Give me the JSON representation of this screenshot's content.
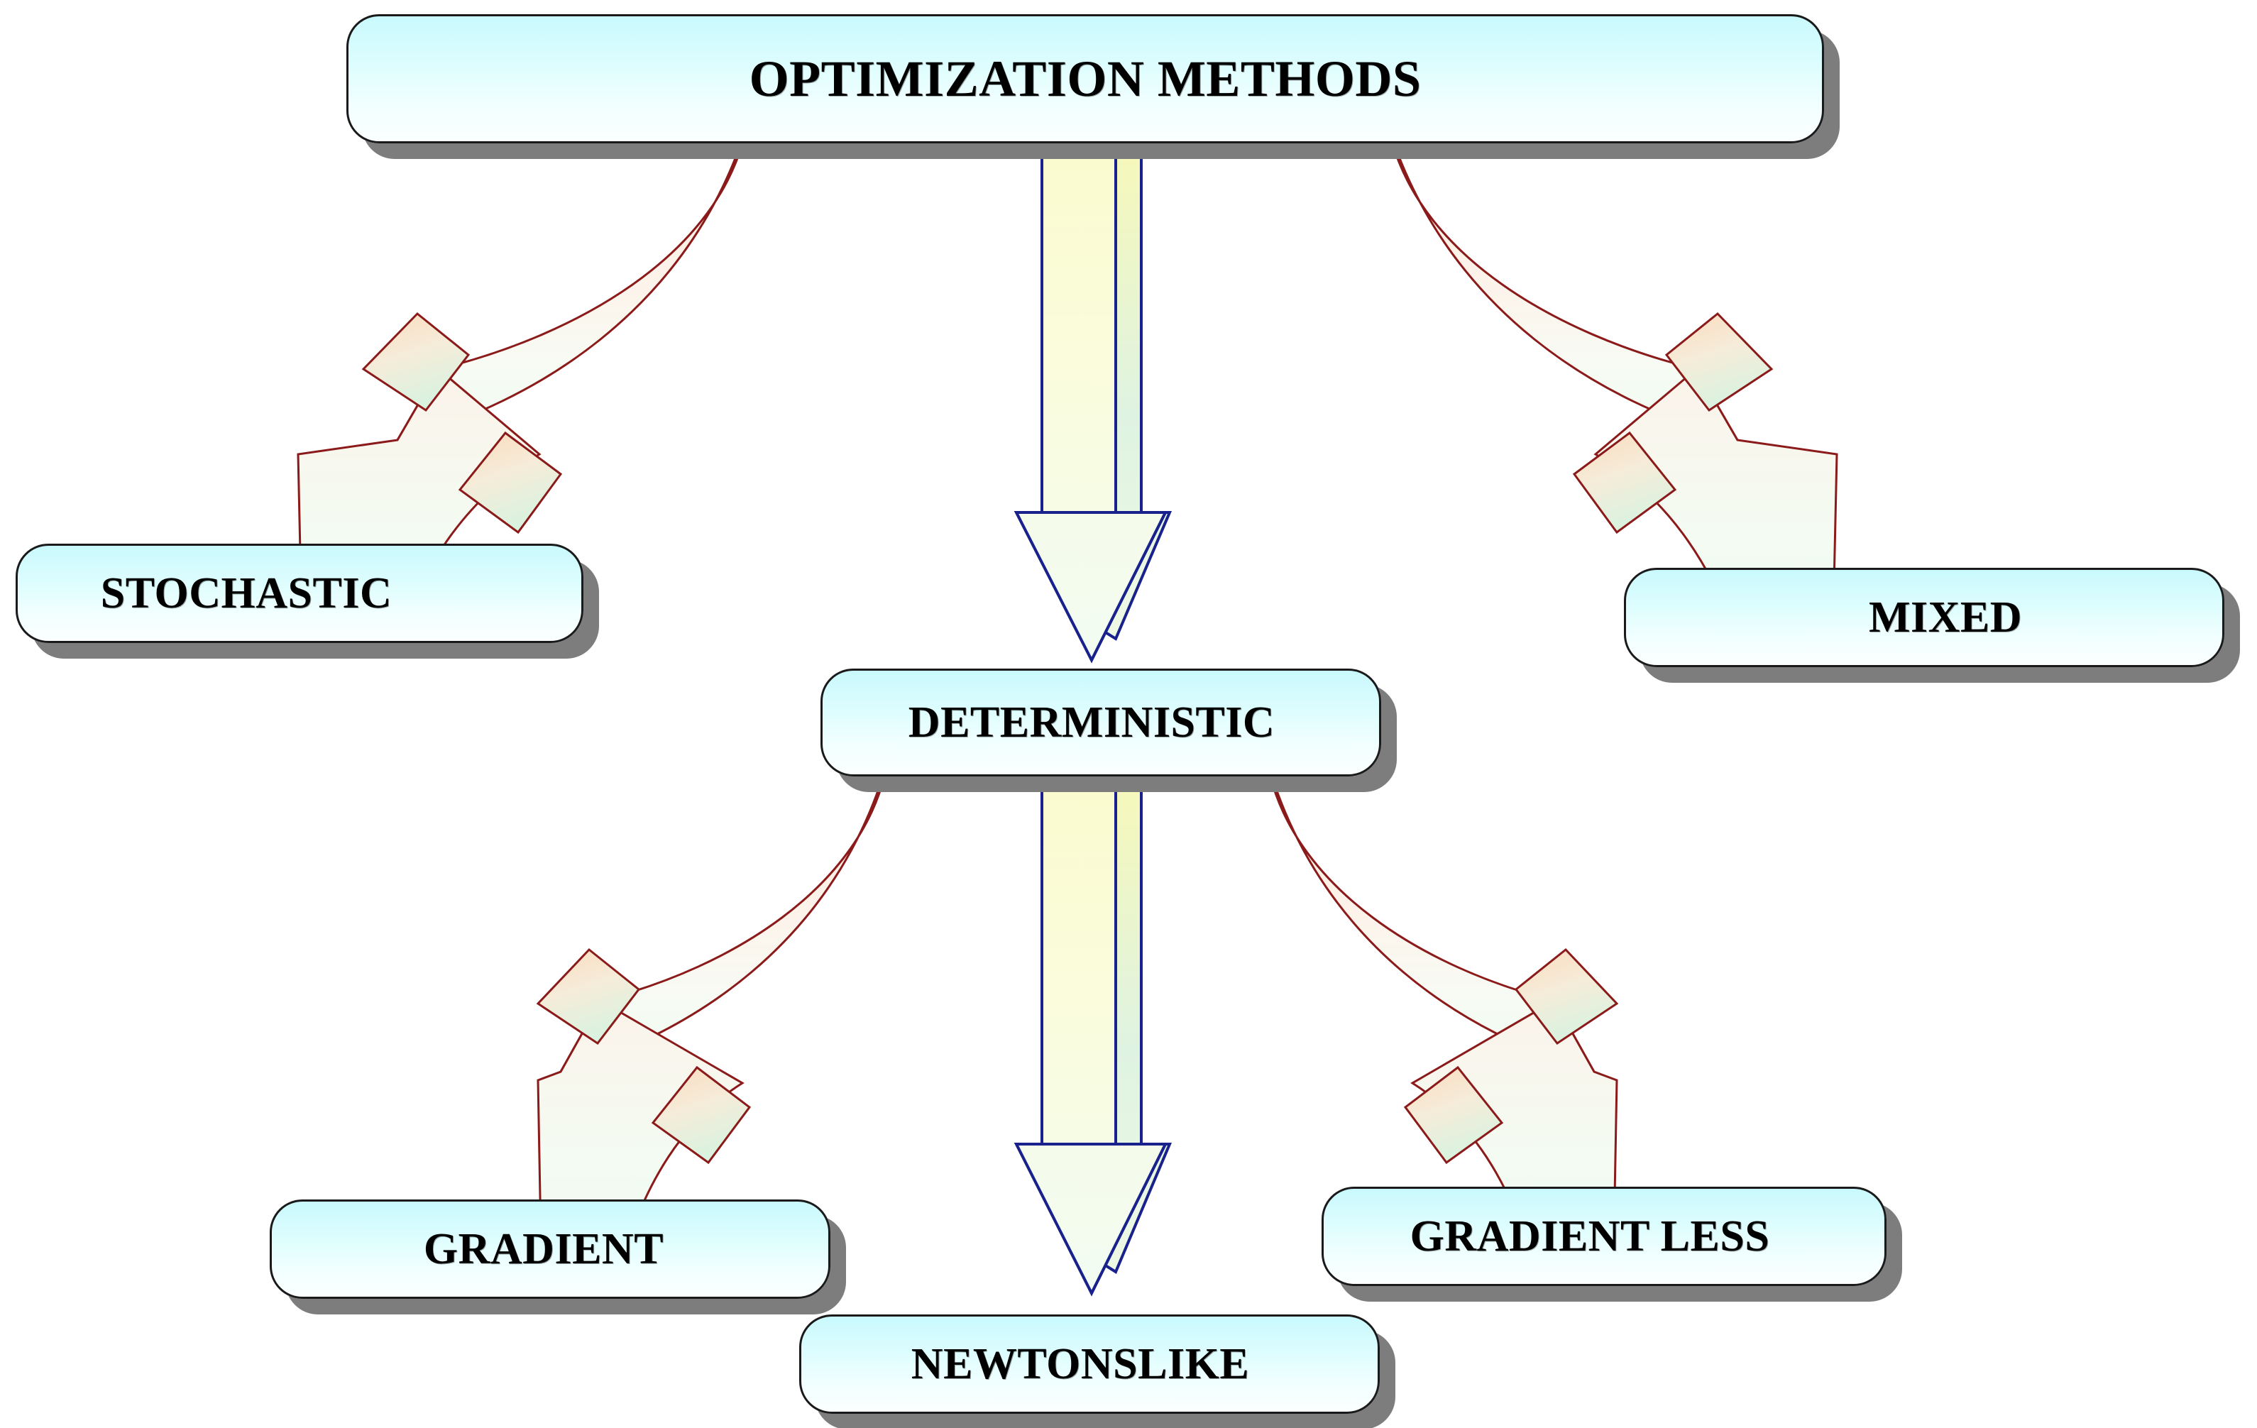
{
  "diagram": {
    "title": "OPTIMIZATION METHODS",
    "type": "hierarchy-tree",
    "background_color": "#ffffff",
    "node_fill_top": "#c9f9fd",
    "node_fill_bottom": "#fbffff",
    "node_border_color": "#1a1a1a",
    "node_shadow_color": "#7d7d7d",
    "curved_arrow_stroke": "#8b1a1a",
    "curved_arrow_fill_top": "#fdeade",
    "curved_arrow_fill_bottom": "#f2fbf1",
    "straight_arrow_stroke": "#19228c",
    "straight_arrow_fill_top": "#fafbd2",
    "straight_arrow_fill_bottom": "#f2fbf0"
  },
  "nodes": [
    {
      "id": "root",
      "label": "OPTIMIZATION METHODS",
      "level": 0
    },
    {
      "id": "stochastic",
      "label": "STOCHASTIC",
      "level": 1
    },
    {
      "id": "det",
      "label": "DETERMINISTIC",
      "level": 1
    },
    {
      "id": "mixed",
      "label": "MIXED",
      "level": 1
    },
    {
      "id": "gradient",
      "label": "GRADIENT",
      "level": 2
    },
    {
      "id": "newton",
      "label": "NEWTONSLIKE",
      "level": 2
    },
    {
      "id": "less",
      "label": "GRADIENT LESS",
      "level": 2
    }
  ],
  "edges": [
    {
      "from": "root",
      "to": "stochastic",
      "style": "curved-ribbon-arrow"
    },
    {
      "from": "root",
      "to": "det",
      "style": "straight-block-arrow"
    },
    {
      "from": "root",
      "to": "mixed",
      "style": "curved-ribbon-arrow"
    },
    {
      "from": "det",
      "to": "gradient",
      "style": "curved-ribbon-arrow"
    },
    {
      "from": "det",
      "to": "newton",
      "style": "straight-block-arrow"
    },
    {
      "from": "det",
      "to": "less",
      "style": "curved-ribbon-arrow"
    }
  ]
}
